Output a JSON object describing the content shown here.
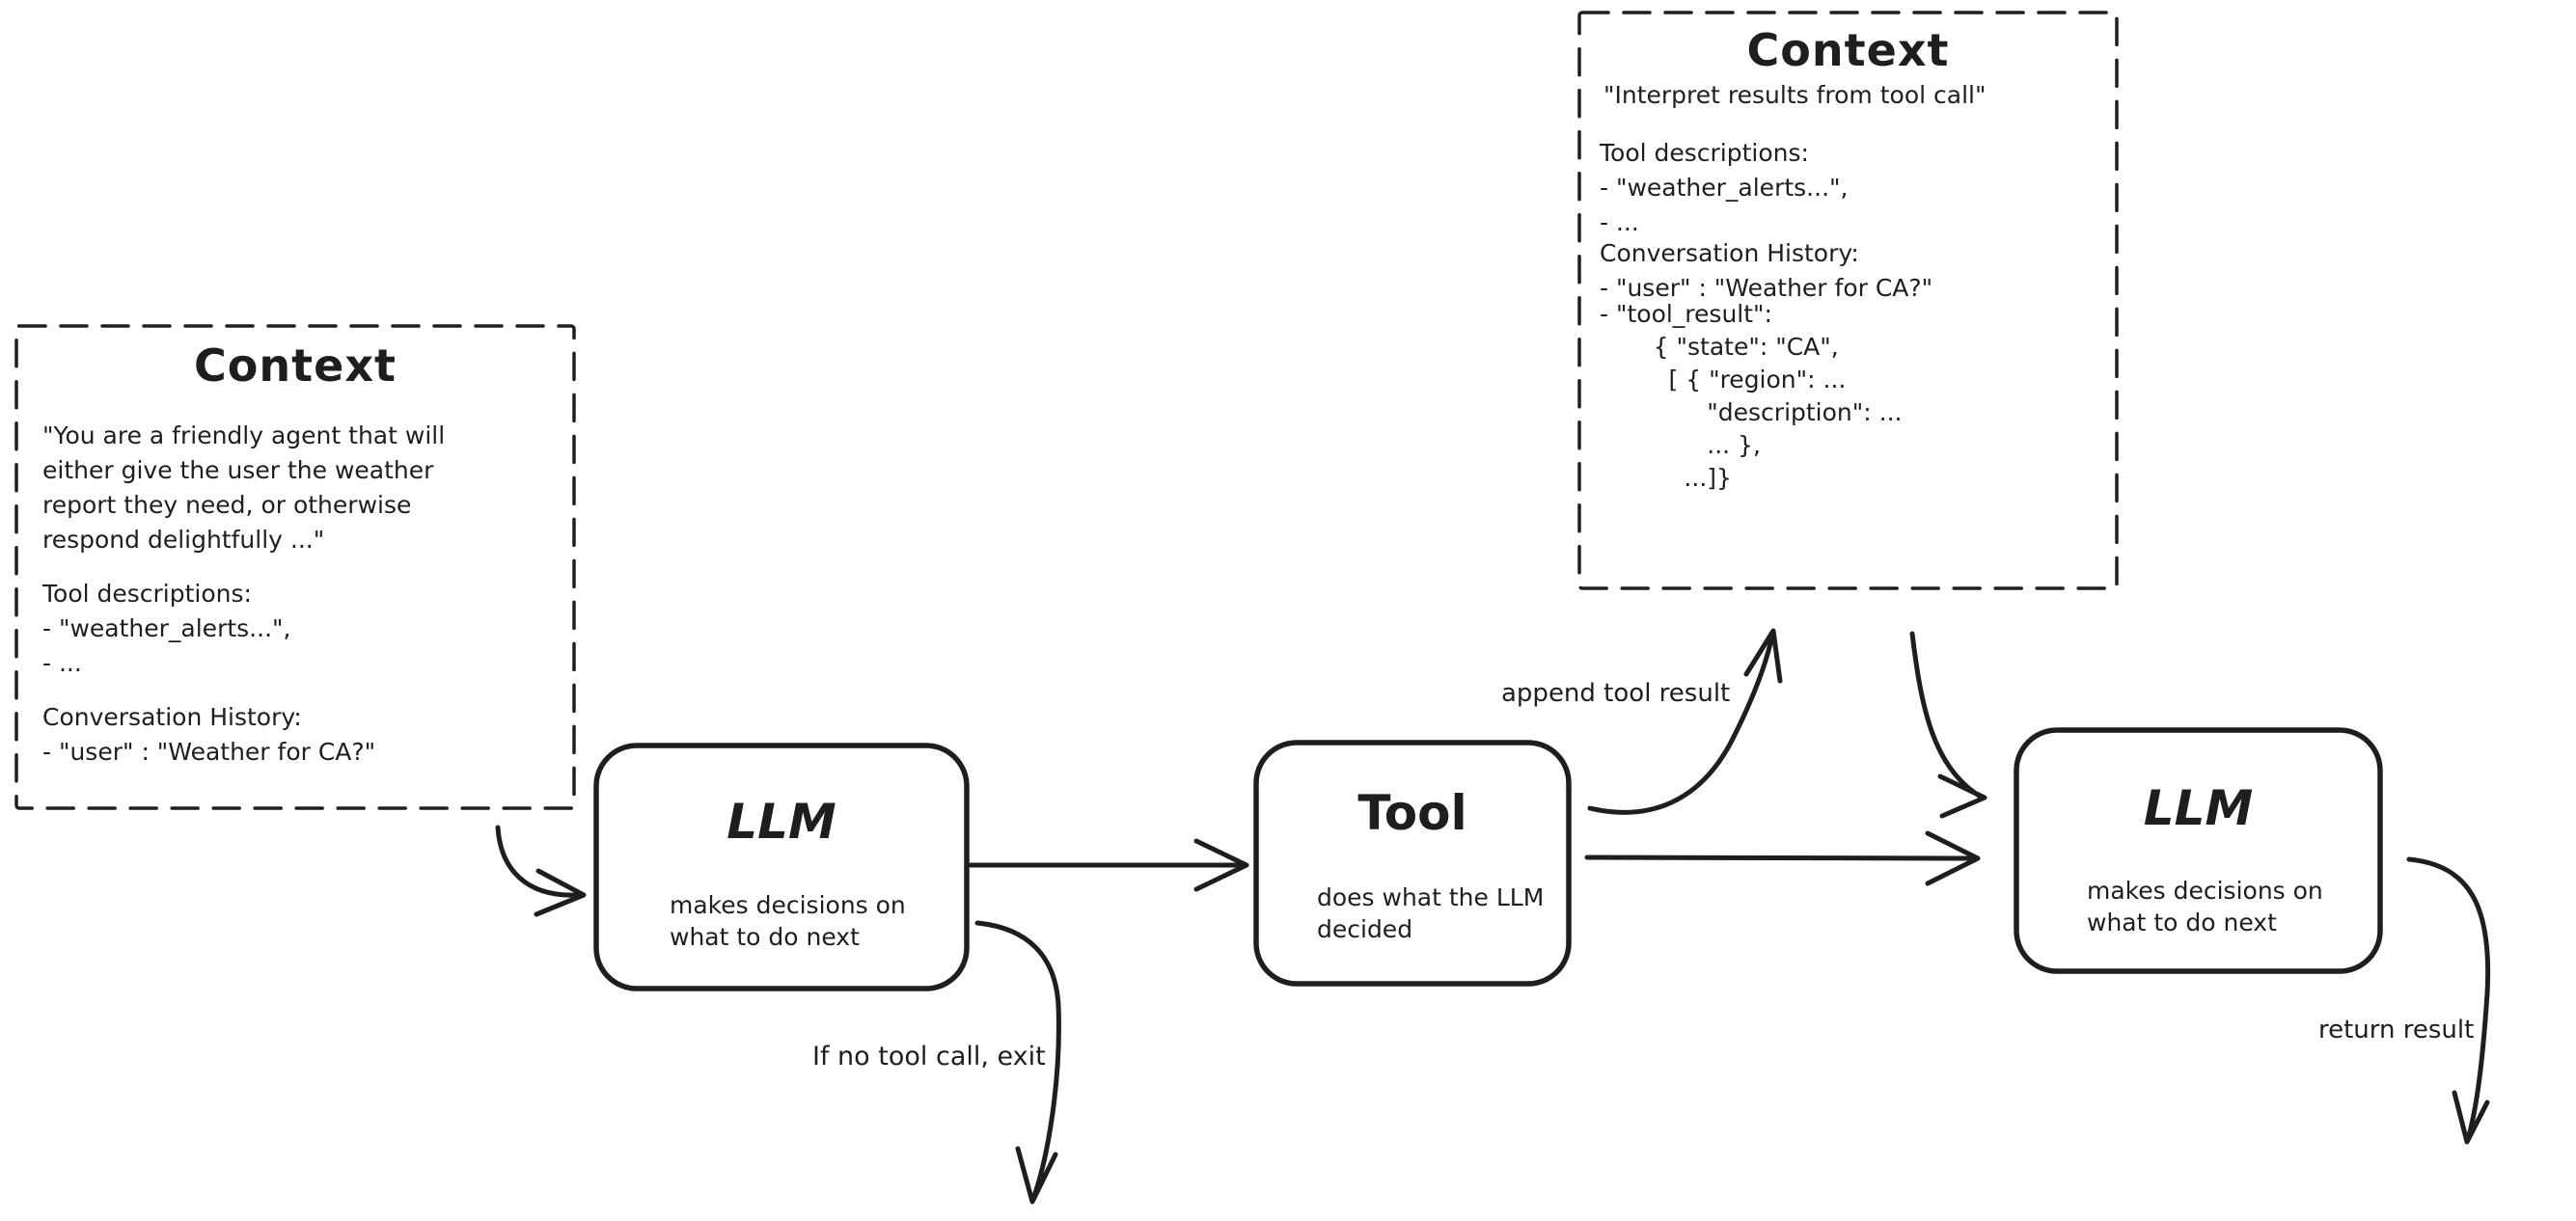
{
  "canvas": {
    "background": "#ffffff",
    "ink": "#1e1e1e"
  },
  "context_left": {
    "title": "Context",
    "paragraph": "\"You are a friendly agent that will\neither give the user the weather\nreport they need, or otherwise\nrespond delightfully ...\"",
    "tool_descriptions": "Tool descriptions:\n- \"weather_alerts...\",\n- ...",
    "conversation_history": "Conversation History:\n- \"user\" : \"Weather for CA?\""
  },
  "context_right": {
    "title": "Context",
    "intro": "\"Interpret results from tool call\"",
    "tool_descriptions": "Tool descriptions:\n- \"weather_alerts...\",\n- ...",
    "conversation_history": "Conversation History:\n- \"user\" : \"Weather for CA?\"",
    "tool_result": "- \"tool_result\":\n       { \"state\": \"CA\",\n         [ { \"region\": ...\n              \"description\": ...\n              ... },\n           ...]}"
  },
  "nodes": {
    "llm_1": {
      "title": "LLM",
      "subtitle": "makes decisions on\nwhat to do next"
    },
    "tool": {
      "title": "Tool",
      "subtitle": "does what the LLM\ndecided"
    },
    "llm_2": {
      "title": "LLM",
      "subtitle": "makes decisions on\nwhat to do next"
    }
  },
  "edge_labels": {
    "append_tool_result": "append tool result",
    "if_no_tool_call_exit": "If no tool call, exit",
    "return_result": "return result"
  }
}
